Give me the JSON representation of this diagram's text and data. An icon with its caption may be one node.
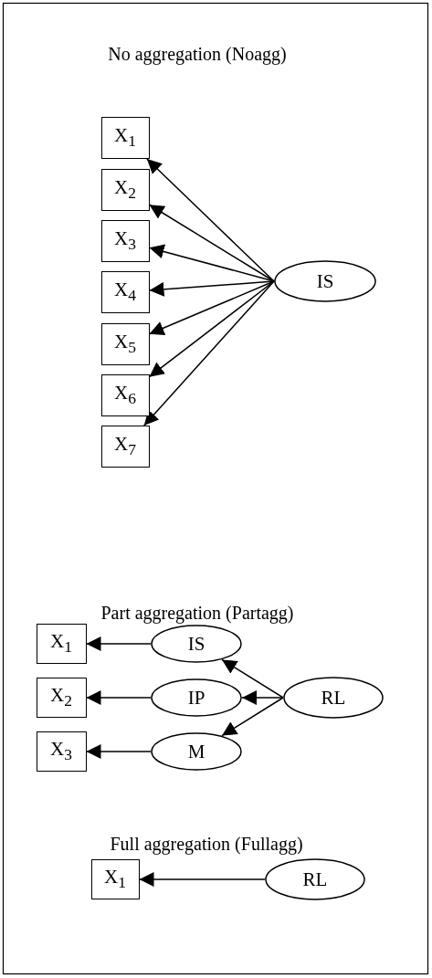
{
  "diagram": {
    "nodes": [
      {
        "text": [
          "X$_{1}$"
        ]
      },
      {
        "text": [
          "X$_{2}$"
        ]
      },
      {
        "text": [
          "X$_{3}$"
        ]
      },
      {
        "text": [
          "X$_{4}$"
        ]
      },
      {
        "text": [
          "X$_{5}$"
        ]
      },
      {
        "text": [
          "X$_{6}$"
        ]
      },
      {
        "text": [
          "X$_{7}$"
        ]
      },
      {
        "text": [
          "IS"
        ]
      },
      {
        "text": [
          "X$_{1}$"
        ]
      },
      {
        "text": [
          "IS"
        ]
      },
      {
        "text": [
          "X$_{2}$"
        ]
      },
      {
        "text": [
          "IP"
        ]
      },
      {
        "text": [
          "RL"
        ]
      },
      {
        "text": [
          "X$_{3}$"
        ]
      },
      {
        "text": [
          "M"
        ]
      },
      {
        "text": [
          "X$_{1}$"
        ]
      },
      {
        "text": [
          "RL"
        ]
      }
    ],
    "edges": [
      {
        "from": 7,
        "to": 0,
        "arrow": "to"
      },
      {
        "from": 7,
        "to": 1,
        "arrow": "to"
      },
      {
        "from": 7,
        "to": 2,
        "arrow": "to"
      },
      {
        "from": 7,
        "to": 3,
        "arrow": "to"
      },
      {
        "from": 7,
        "to": 4,
        "arrow": "to"
      },
      {
        "from": 7,
        "to": 5,
        "arrow": "to"
      },
      {
        "from": 7,
        "to": 6,
        "arrow": "to"
      },
      {
        "from": 9,
        "to": 8,
        "arrow": "to"
      },
      {
        "from": 11,
        "to": 10,
        "arrow": "to"
      },
      {
        "from": 14,
        "to": 13,
        "arrow": "to"
      },
      {
        "from": 12,
        "to": 9,
        "arrow": "to"
      },
      {
        "from": 12,
        "to": 11,
        "arrow": "to"
      },
      {
        "from": 12,
        "to": 14,
        "arrow": "to"
      },
      {
        "from": 16,
        "to": 15,
        "arrow": "to"
      }
    ],
    "labels": [
      "No aggregation (Noagg)",
      "Part aggregation (Partagg)",
      "Full aggregation (Fullagg)"
    ]
  }
}
